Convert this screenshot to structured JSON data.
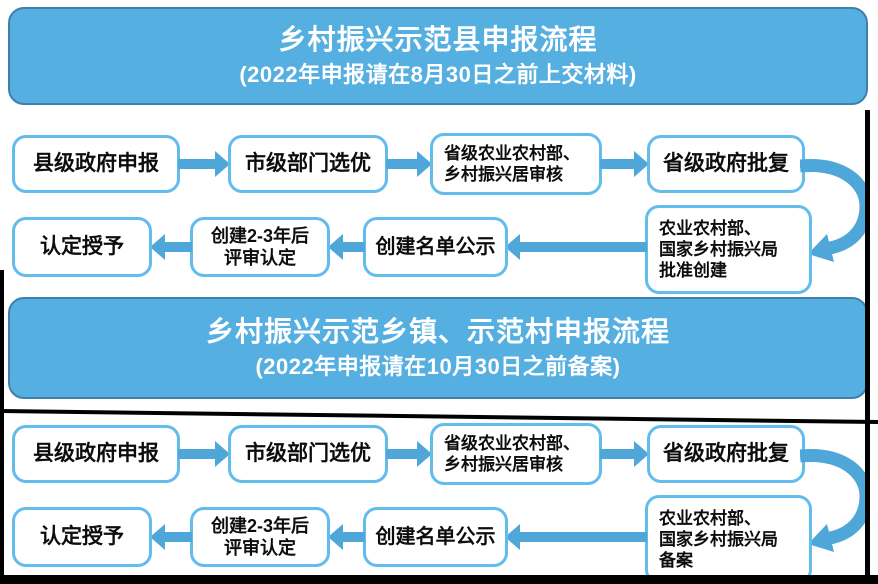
{
  "page": {
    "background": "#ffffff"
  },
  "colors": {
    "banner_fill": "#55AFE1",
    "banner_border": "#3F7FAD",
    "box_border": "#62BCEC",
    "arrow": "#4FA6D8",
    "text": "#0D0D0D",
    "banner_text": "#FFFFFF",
    "frame": "#000000"
  },
  "sections": [
    {
      "banner": {
        "title": "乡村振兴示范县申报流程",
        "subtitle": "(2022年申报请在8月30日之前上交材料)"
      },
      "boxes": {
        "county": "县级政府申报",
        "city": "市级部门选优",
        "prov_review_l1": "省级农业农村部、",
        "prov_review_l2": "乡村振兴居审核",
        "prov_approve": "省级政府批复",
        "national_l1": "农业农村部、",
        "national_l2": "国家乡村振兴局",
        "national_l3": "批准创建",
        "publicity": "创建名单公示",
        "review_l1": "创建2-3年后",
        "review_l2": "评审认定",
        "award": "认定授予"
      }
    },
    {
      "banner": {
        "title": "乡村振兴示范乡镇、示范村申报流程",
        "subtitle": "(2022年申报请在10月30日之前备案)"
      },
      "boxes": {
        "county": "县级政府申报",
        "city": "市级部门选优",
        "prov_review_l1": "省级农业农村部、",
        "prov_review_l2": "乡村振兴居审核",
        "prov_approve": "省级政府批复",
        "national_l1": "农业农村部、",
        "national_l2": "国家乡村振兴局",
        "national_l3": "备案",
        "publicity": "创建名单公示",
        "review_l1": "创建2-3年后",
        "review_l2": "评审认定",
        "award": "认定授予"
      }
    }
  ]
}
